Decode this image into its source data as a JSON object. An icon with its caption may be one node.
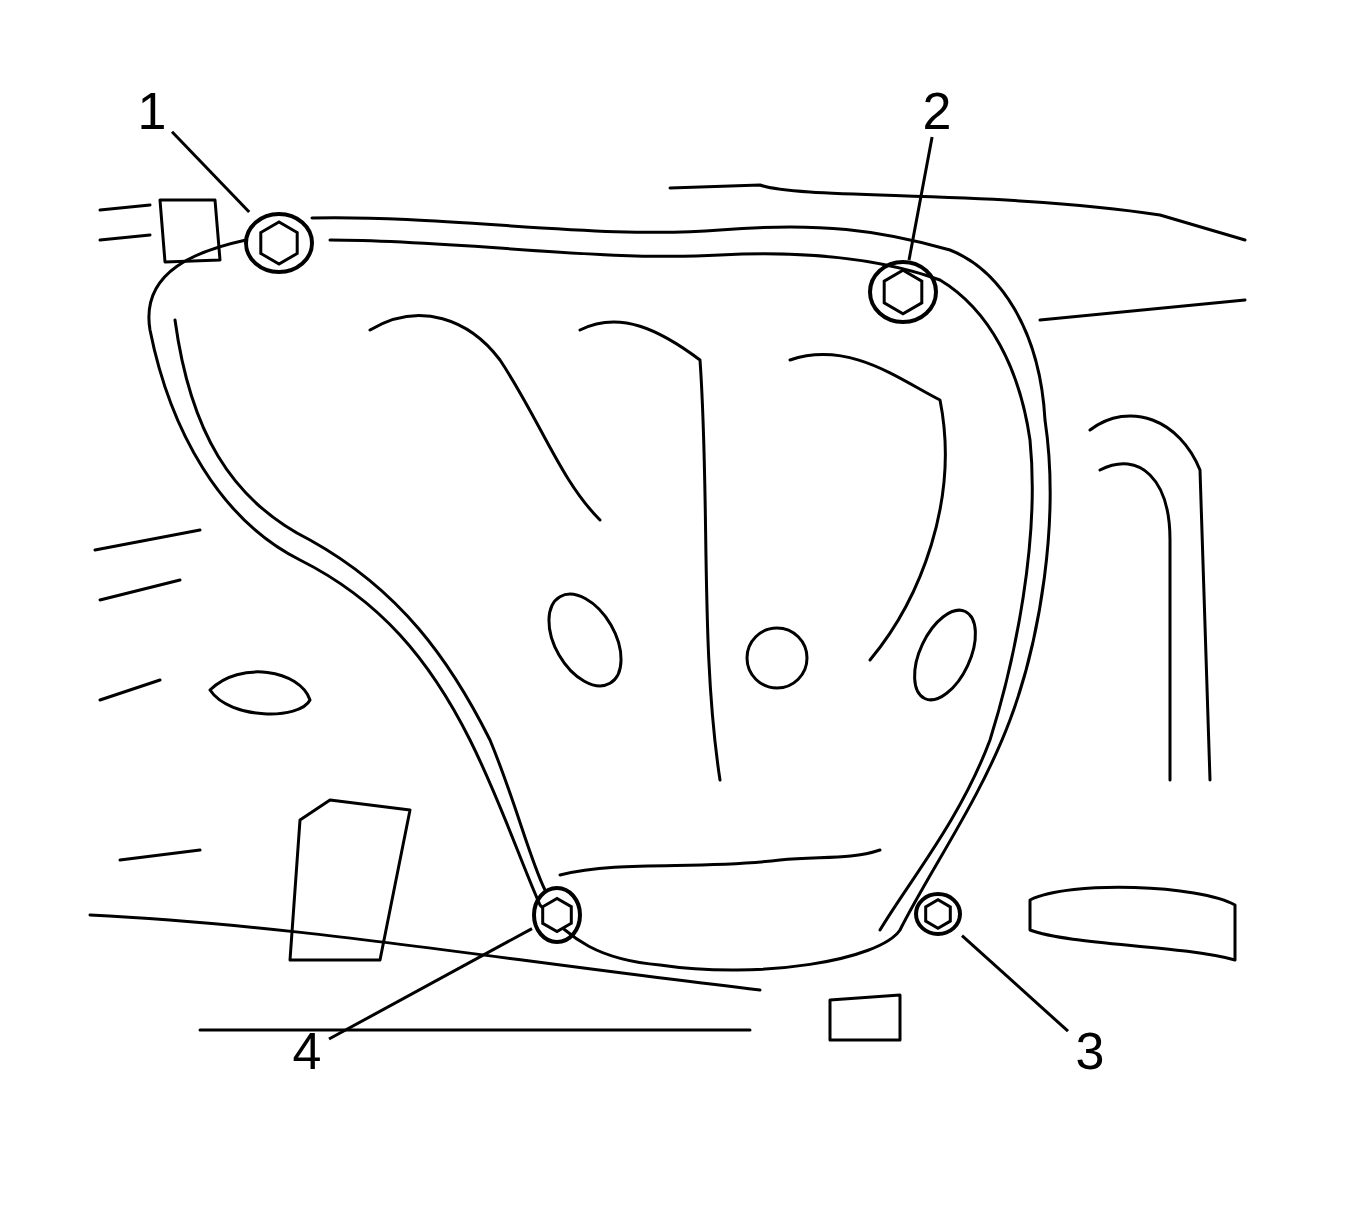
{
  "diagram": {
    "nodes": [
      {
        "text": [
          "1"
        ]
      },
      {
        "text": [],
        "shape": "picture"
      },
      {
        "text": [
          "2"
        ]
      },
      {
        "text": [],
        "shape": "picture"
      },
      {
        "text": [],
        "shape": "picture"
      },
      {
        "text": [],
        "shape": "picture"
      },
      {
        "text": [
          "4"
        ]
      },
      {
        "text": [
          "3"
        ]
      }
    ],
    "edges": [
      {
        "from": 0,
        "to": 1,
        "arrow": "none"
      },
      {
        "from": 2,
        "to": 3,
        "arrow": "none"
      },
      {
        "from": 7,
        "to": 5,
        "arrow": "none"
      },
      {
        "from": 6,
        "to": 4,
        "arrow": "none"
      }
    ]
  }
}
